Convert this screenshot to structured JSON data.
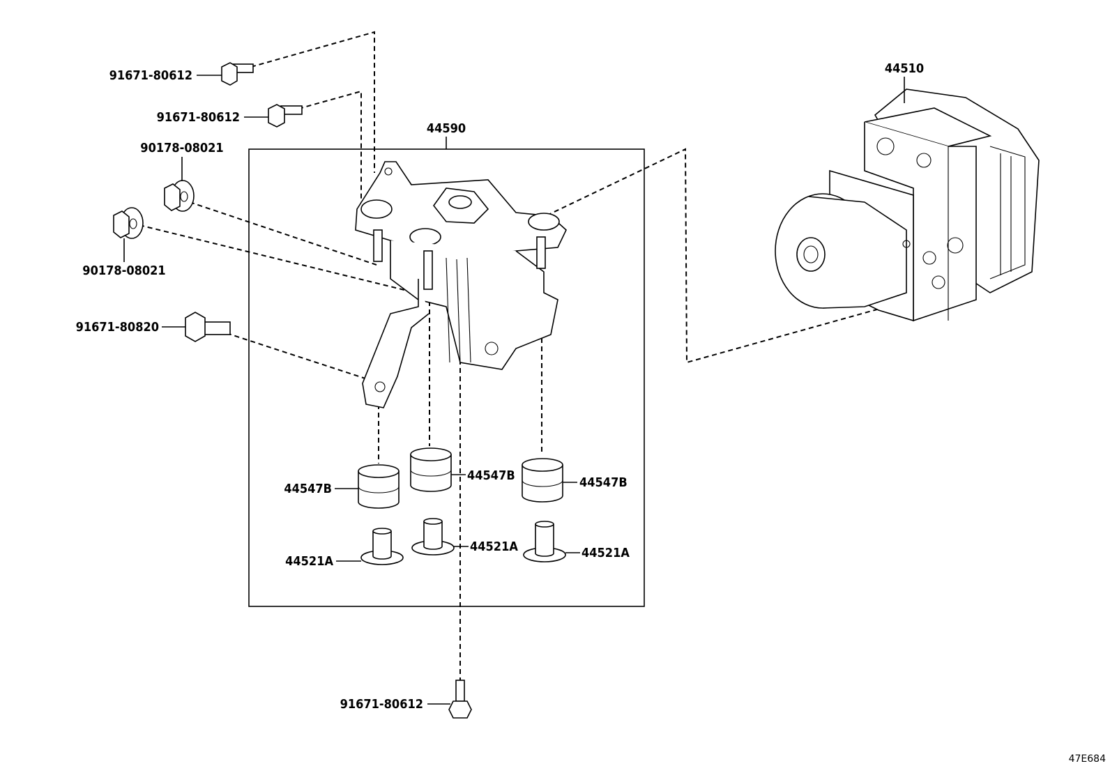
{
  "diagram": {
    "reference_code": "47E684",
    "assembly_label": "44590",
    "labels": {
      "bolt_a": "91671-80612",
      "bolt_b": "91671-80612",
      "nut_a": "90178-08021",
      "nut_b": "90178-08021",
      "bolt_c": "91671-80820",
      "bolt_bottom": "91671-80612",
      "actuator": "44510",
      "cushion_left": "44547B",
      "cushion_mid": "44547B",
      "cushion_right": "44547B",
      "collar_left": "44521A",
      "collar_mid": "44521A",
      "collar_right": "44521A"
    }
  }
}
